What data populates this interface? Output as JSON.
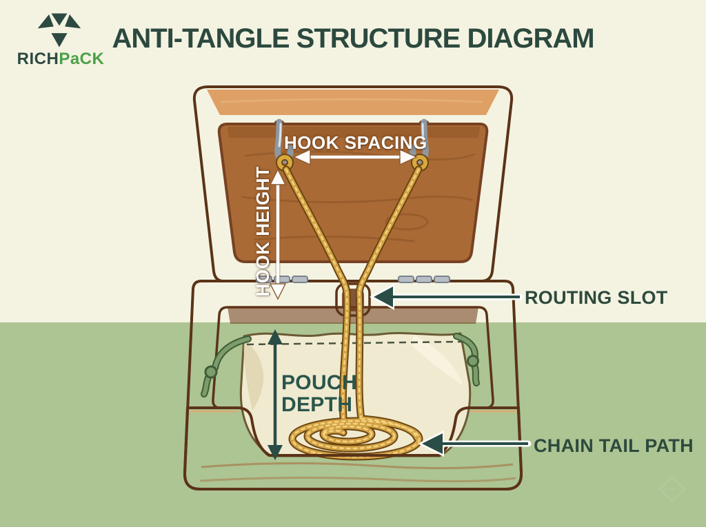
{
  "brand": {
    "icon": "gem-diamond-icon",
    "name_primary": "RICH",
    "name_secondary": "PaCK"
  },
  "header": {
    "title": "ANTI-TANGLE STRUCTURE DIAGRAM"
  },
  "diagram": {
    "subject": "open wooden jewelry box: necklace chain hangs from two lid hooks, passes through a routing slot and coils inside a drawstring pouch",
    "labels": {
      "hook_spacing": "HOOK SPACING",
      "hook_height": "HOOK HEIGHT",
      "routing_slot": "ROUTING SLOT",
      "pouch_depth_line1": "POUCH",
      "pouch_depth_line2": "DEPTH",
      "chain_tail_path": "CHAIN TAIL PATH"
    },
    "colors": {
      "background_top": "#f4f3e1",
      "background_bottom": "#adc493",
      "title_green": "#2c493f",
      "brand_green_dark": "#2d4a42",
      "brand_green_light": "#4aa147",
      "label_white": "#ffffff",
      "label_dark_green": "#2c4a3d",
      "pouch_depth_teal": "#2a554b",
      "wood_light_bevel": "#dfa066",
      "wood_medium": "#c8844c",
      "wood_interior_dark": "#7e441d",
      "outline_brown": "#5b3318",
      "chain_gold": "#d3a246",
      "hook_silver": "#8d98a2",
      "pouch_cream": "#f0ead0",
      "drawstring_green": "#7d9c6b"
    }
  }
}
